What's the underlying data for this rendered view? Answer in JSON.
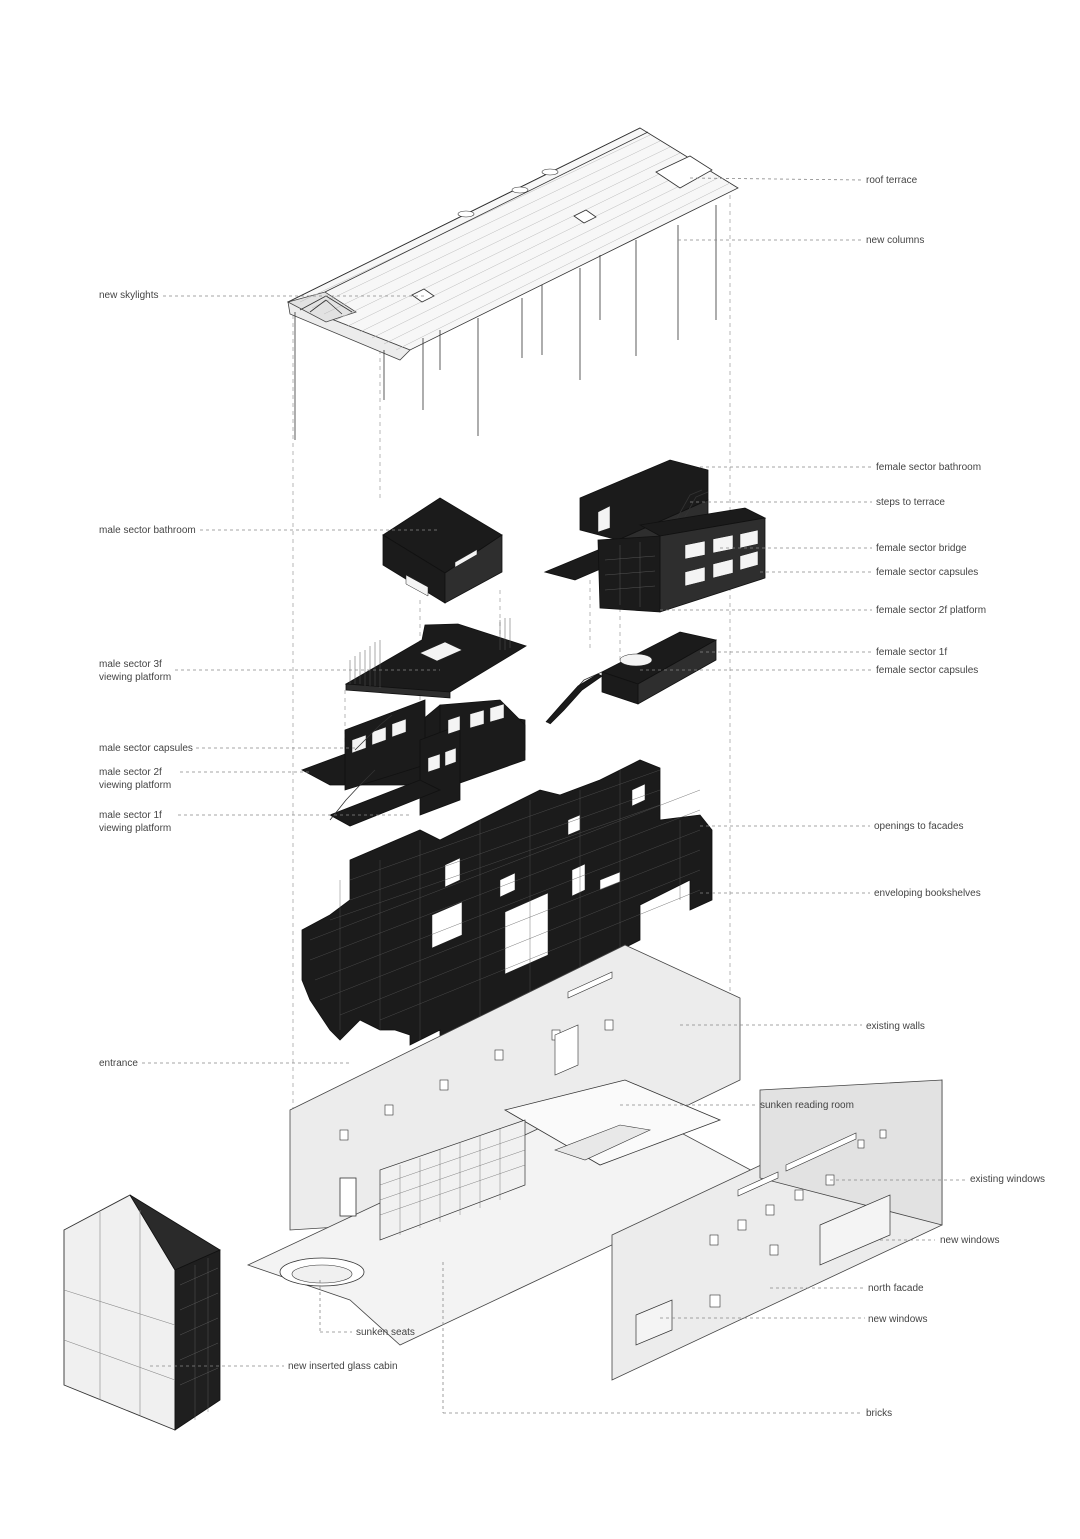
{
  "labels": {
    "roof_terrace": "roof terrace",
    "new_columns": "new columns",
    "new_skylights": "new skylights",
    "female_sector_bathroom": "female sector bathroom",
    "steps_to_terrace": "steps to terrace",
    "male_sector_bathroom": "male sector bathroom",
    "female_sector_bridge": "female sector bridge",
    "female_sector_capsules_upper": "female sector capsules",
    "female_sector_2f_platform": "female sector 2f platform",
    "female_sector_1f": "female sector 1f",
    "female_sector_capsules_lower": "female sector capsules",
    "male_sector_3f_line1": "male sector 3f",
    "male_sector_3f_line2": "viewing platform",
    "male_sector_capsules": "male sector capsules",
    "male_sector_2f_line1": "male sector 2f",
    "male_sector_2f_line2": "viewing platform",
    "male_sector_1f_line1": "male sector 1f",
    "male_sector_1f_line2": "viewing platform",
    "openings_to_facades": "openings to facades",
    "enveloping_bookshelves": "enveloping bookshelves",
    "existing_walls": "existing walls",
    "entrance": "entrance",
    "sunken_reading_room": "sunken reading room",
    "existing_windows": "existing windows",
    "new_windows_upper": "new windows",
    "north_facade": "north facade",
    "new_windows_lower": "new windows",
    "sunken_seats": "sunken seats",
    "new_inserted_glass_cabin": "new inserted glass cabin",
    "bricks": "bricks"
  },
  "colors": {
    "solid": "#1b1b1b",
    "line": "#333333",
    "label": "#444444",
    "background": "#ffffff"
  }
}
